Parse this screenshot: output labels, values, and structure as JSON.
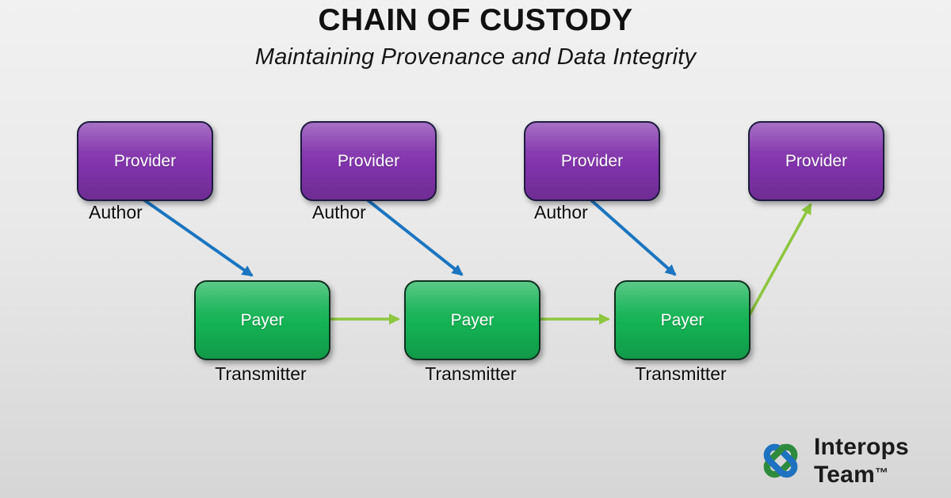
{
  "title": "CHAIN OF CUSTODY",
  "subtitle": "Maintaining Provenance and Data Integrity",
  "colors": {
    "background_top": "#f1f1f1",
    "background_bottom": "#d6d6d6",
    "provider_fill": "#8133ab",
    "provider_border": "#1c1b3e",
    "payer_fill": "#14b254",
    "payer_border": "#10301f",
    "blue_arrow": "#1b75c0",
    "green_arrow": "#8dc63f",
    "logo_green": "#2e8b3d",
    "logo_blue": "#1e72bf"
  },
  "nodes": {
    "providers": [
      {
        "label": "Provider",
        "sublabel": "Author"
      },
      {
        "label": "Provider",
        "sublabel": "Author"
      },
      {
        "label": "Provider",
        "sublabel": "Author"
      },
      {
        "label": "Provider"
      }
    ],
    "payers": [
      {
        "label": "Payer",
        "sublabel": "Transmitter"
      },
      {
        "label": "Payer",
        "sublabel": "Transmitter"
      },
      {
        "label": "Payer",
        "sublabel": "Transmitter"
      }
    ]
  },
  "edges": [
    {
      "from": "provider-1 (Author)",
      "to": "payer-1 (Transmitter)",
      "color": "blue"
    },
    {
      "from": "provider-2 (Author)",
      "to": "payer-2 (Transmitter)",
      "color": "blue"
    },
    {
      "from": "provider-3 (Author)",
      "to": "payer-3 (Transmitter)",
      "color": "blue"
    },
    {
      "from": "payer-1",
      "to": "payer-2",
      "color": "green"
    },
    {
      "from": "payer-2",
      "to": "payer-3",
      "color": "green"
    },
    {
      "from": "payer-3",
      "to": "provider-4",
      "color": "green"
    }
  ],
  "logo": {
    "name_line1": "Interops",
    "name_line2": "Team",
    "trademark": "™",
    "icon": "interlocked-chain-links-icon"
  }
}
